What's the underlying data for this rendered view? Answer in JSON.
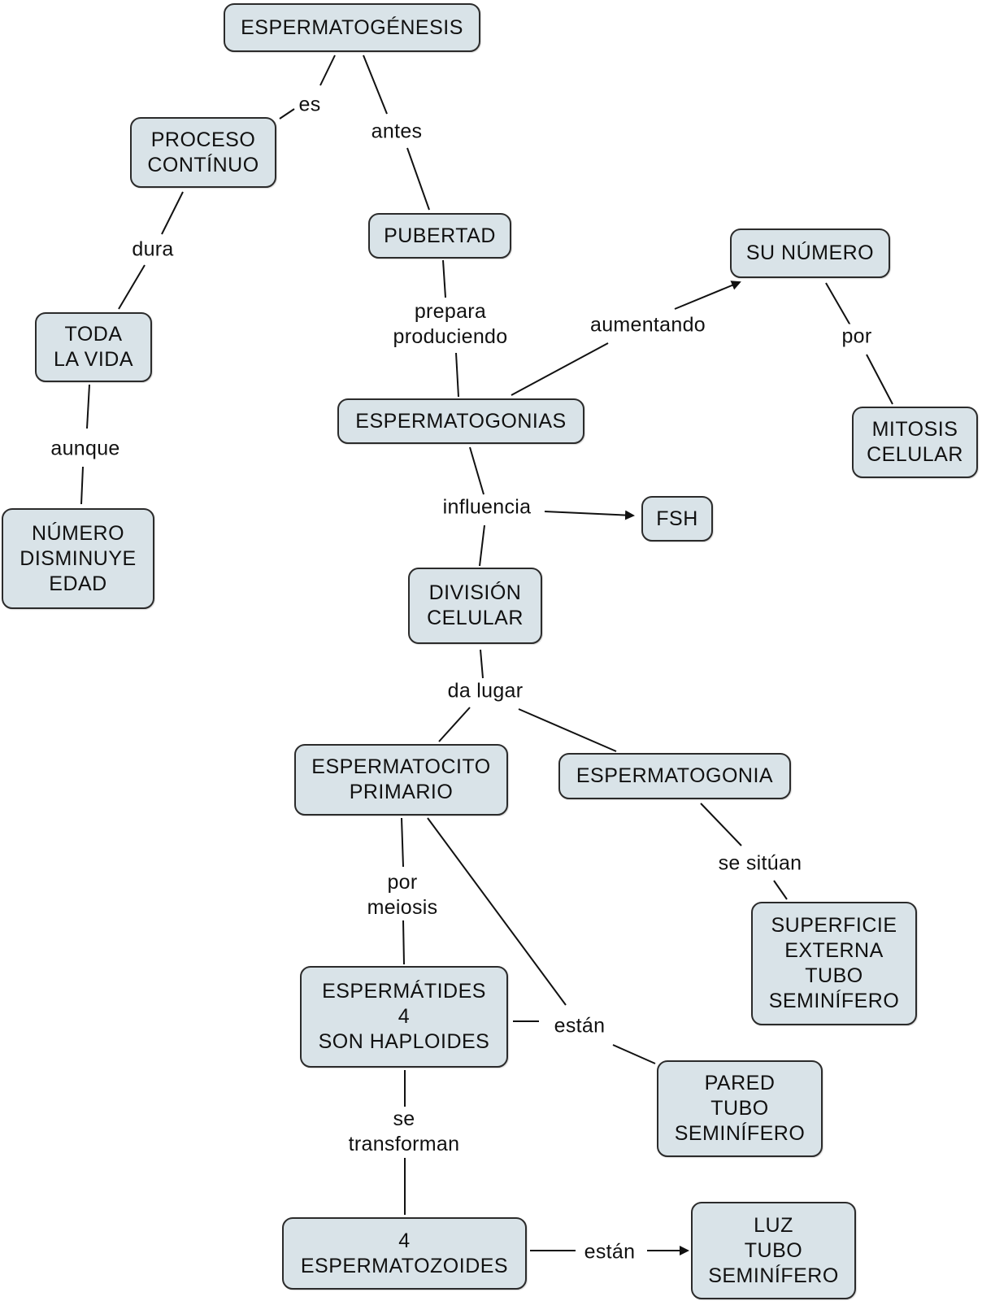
{
  "nodes": {
    "espermatogenesis": [
      "ESPERMATOGÉNESIS"
    ],
    "proceso": [
      "PROCESO",
      "CONTÍNUO"
    ],
    "pubertad": [
      "PUBERTAD"
    ],
    "toda_vida": [
      "TODA",
      "LA VIDA"
    ],
    "su_numero": [
      "SU NÚMERO"
    ],
    "espermatogonias": [
      "ESPERMATOGONIAS"
    ],
    "mitosis": [
      "MITOSIS",
      "CELULAR"
    ],
    "numero_disminuye": [
      "NÚMERO",
      "DISMINUYE",
      "EDAD"
    ],
    "fsh": [
      "FSH"
    ],
    "division": [
      "DIVISIÓN",
      "CELULAR"
    ],
    "espermatocito": [
      "ESPERMATOCITO",
      "PRIMARIO"
    ],
    "espermatogonia": [
      "ESPERMATOGONIA"
    ],
    "superficie": [
      "SUPERFICIE",
      "EXTERNA",
      "TUBO",
      "SEMINÍFERO"
    ],
    "espermatides": [
      "ESPERMÁTIDES",
      "4",
      "SON HAPLOIDES"
    ],
    "pared": [
      "PARED",
      "TUBO",
      "SEMINÍFERO"
    ],
    "espermatozoides": [
      "4",
      "ESPERMATOZOIDES"
    ],
    "luz": [
      "LUZ",
      "TUBO",
      "SEMINÍFERO"
    ]
  },
  "labels": {
    "es": [
      "es"
    ],
    "antes": [
      "antes"
    ],
    "dura": [
      "dura"
    ],
    "prepara": [
      "prepara",
      "produciendo"
    ],
    "aumentando": [
      "aumentando"
    ],
    "por_mitosis": [
      "por"
    ],
    "aunque": [
      "aunque"
    ],
    "influencia": [
      "influencia"
    ],
    "da_lugar": [
      "da lugar"
    ],
    "se_situan": [
      "se sitúan"
    ],
    "por_meiosis": [
      "por",
      "meiosis"
    ],
    "estan_pared": [
      "están"
    ],
    "se_transforman": [
      "se",
      "transforman"
    ],
    "estan_luz": [
      "están"
    ]
  },
  "colors": {
    "node_fill": "#d9e3e8",
    "node_border": "#2b2b2b",
    "line": "#111111"
  }
}
